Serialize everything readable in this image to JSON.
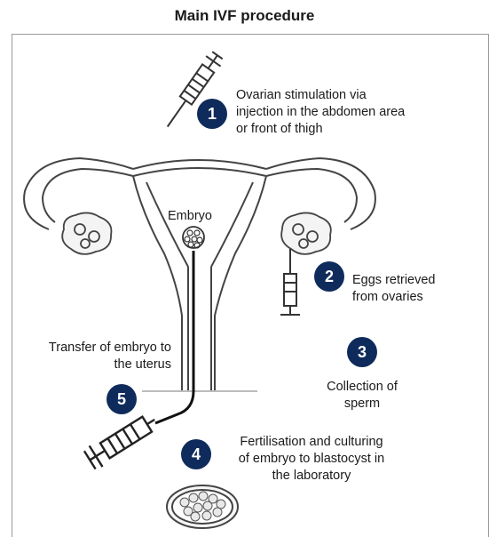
{
  "title": "Main IVF procedure",
  "steps": [
    {
      "number": "1",
      "text": "Ovarian stimulation via injection in the abdomen area or front of thigh"
    },
    {
      "number": "2",
      "text": "Eggs retrieved from ovaries"
    },
    {
      "number": "3",
      "text": "Collection of sperm"
    },
    {
      "number": "4",
      "text": "Fertilisation and culturing of embryo to blastocyst in the laboratory"
    },
    {
      "number": "5",
      "text": "Transfer of embryo to the uterus"
    }
  ],
  "labels": {
    "embryo": "Embryo"
  },
  "colors": {
    "badge": "#0f2b5b",
    "line": "#333333"
  }
}
